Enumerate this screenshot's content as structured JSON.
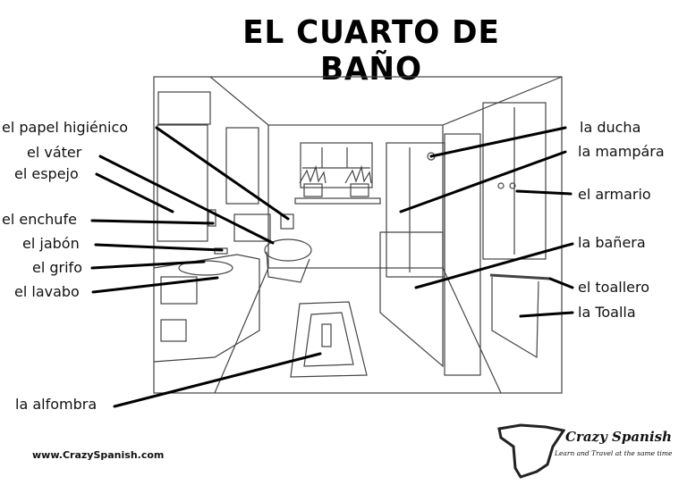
{
  "title": "EL CUARTO DE BAÑO",
  "labels_left": [
    {
      "id": "papel",
      "text": "el papel higiénico"
    },
    {
      "id": "vater",
      "text": "el váter"
    },
    {
      "id": "espejo",
      "text": "el espejo"
    },
    {
      "id": "enchufe",
      "text": "el enchufe"
    },
    {
      "id": "jabon",
      "text": "el jabón"
    },
    {
      "id": "grifo",
      "text": "el grifo"
    },
    {
      "id": "lavabo",
      "text": "el lavabo"
    },
    {
      "id": "alfombra",
      "text": "la alfombra"
    }
  ],
  "labels_right": [
    {
      "id": "ducha",
      "text": "la ducha"
    },
    {
      "id": "mampara",
      "text": "la mampára"
    },
    {
      "id": "armario",
      "text": "el armario"
    },
    {
      "id": "banera",
      "text": "la bañera"
    },
    {
      "id": "toallero",
      "text": "el toallero"
    },
    {
      "id": "toalla",
      "text": "la Toalla"
    }
  ],
  "footer": {
    "website": "www.CrazySpanish.com",
    "logo_name": "Crazy Spanish",
    "logo_tagline": "Learn and Travel at the same time"
  }
}
